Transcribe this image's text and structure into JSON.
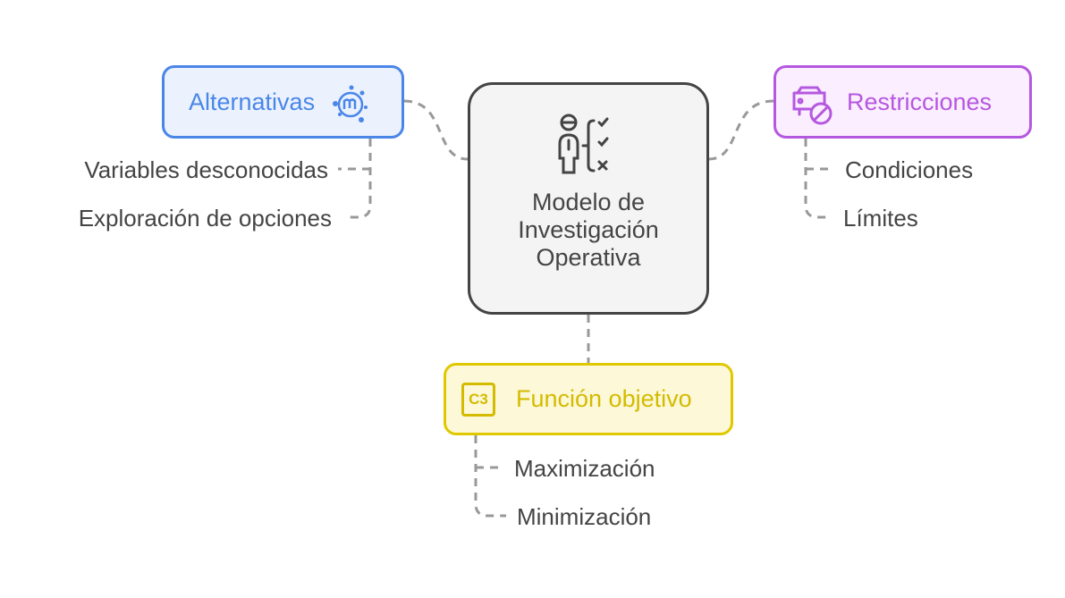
{
  "center": {
    "title_lines": [
      "Modelo de",
      "Investigación",
      "Operativa"
    ],
    "icon": "person-checklist-icon"
  },
  "alternativas": {
    "title": "Alternativas",
    "icon": "bubble-m-icon",
    "color": "#4a86e8",
    "items": [
      "Variables desconocidas",
      "Exploración de opciones"
    ]
  },
  "restricciones": {
    "title": "Restricciones",
    "icon": "car-blocked-icon",
    "color": "#b558e0",
    "items": [
      "Condiciones",
      "Límites"
    ]
  },
  "funcion": {
    "title": "Función objetivo",
    "icon": "c3-icon",
    "color": "#d4bb00",
    "items": [
      "Maximización",
      "Minimización"
    ]
  }
}
